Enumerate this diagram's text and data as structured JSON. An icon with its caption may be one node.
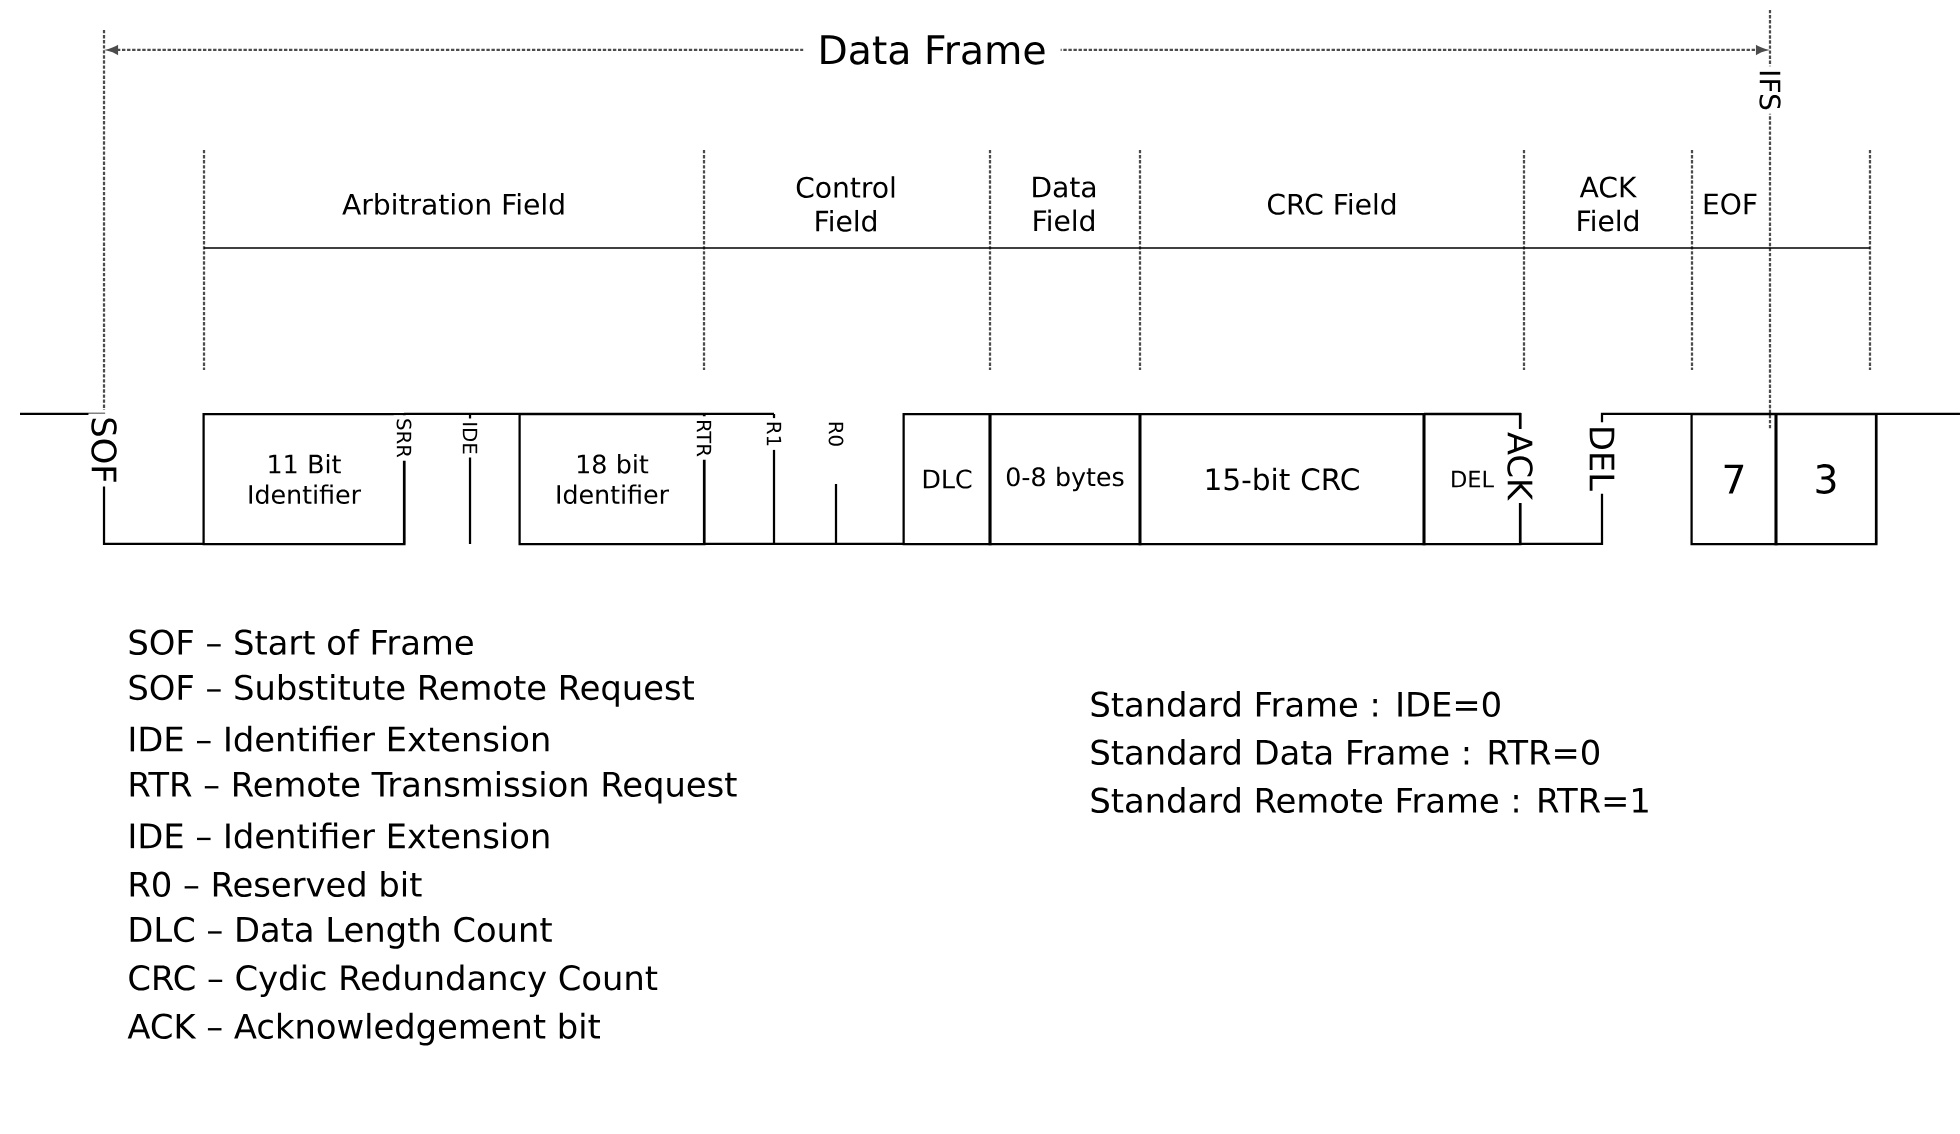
{
  "diagram": {
    "nodes": [
      {
        "text": [
          "11 Bit Identifier"
        ]
      },
      {
        "text": [
          "18 bit Identifier"
        ]
      },
      {
        "text": [
          "DLC"
        ]
      },
      {
        "text": [
          "0-8 bytes"
        ]
      },
      {
        "text": [
          "15-bit CRC"
        ]
      },
      {
        "text": [
          "DEL"
        ]
      },
      {
        "text": [
          "7"
        ]
      },
      {
        "text": [
          "3"
        ]
      }
    ],
    "labels": [
      "Data Frame",
      "IFS",
      "Arbitration Field",
      "Control Field",
      "Data Field",
      "CRC Field",
      "ACK Field",
      "EOF",
      "SOF",
      "SRR",
      "IDE",
      "RTR",
      "R1",
      "R0",
      "ACK",
      "DEL",
      "SOF – Start of Frame",
      "SOF – Substitute Remote Request",
      "IDE – Identifier Extension",
      "RTR – Remote Transmission Request",
      "IDE – Identifier Extension",
      "R0 – Reserved bit",
      "DLC – Data Length Count",
      "CRC – Cydic Redundancy Count",
      "ACK – Acknowledgement bit",
      "Standard Frame : IDE=0",
      "Standard Data Frame : RTR=0",
      "Standard Remote Frame : RTR=1"
    ]
  }
}
